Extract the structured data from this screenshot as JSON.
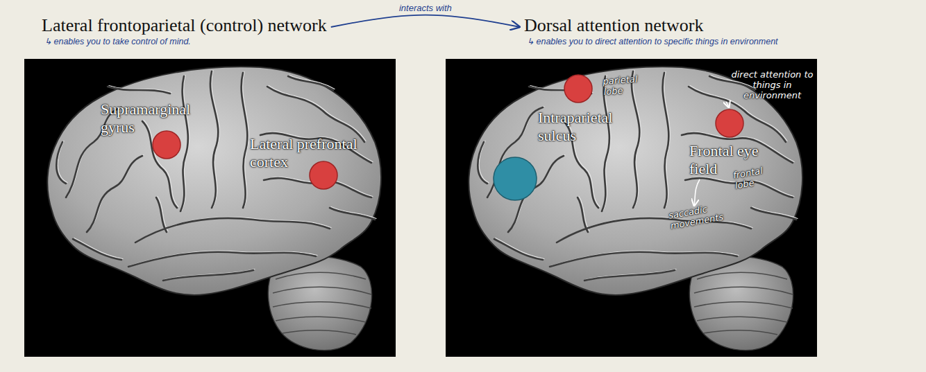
{
  "diagram": {
    "nodes": [
      {
        "text": [
          "Lateral frontoparietal (control) network",
          "↳ enables you to take control of mind."
        ]
      },
      {
        "text": [
          "Dorsal attention network",
          "↳ enables you to direct attention to specific things in environment"
        ]
      }
    ],
    "edges": [
      {
        "from": 0,
        "to": 1,
        "arrow": "to",
        "label": "interacts with"
      }
    ],
    "labels": [
      "Supramarginal gyrus",
      "Lateral prefrontal cortex",
      "Intraparietal sulcus",
      "parietal lobe",
      "direct attention to things in environment",
      "Frontal eye field",
      "frontal lobe",
      "saccadic movements"
    ]
  }
}
